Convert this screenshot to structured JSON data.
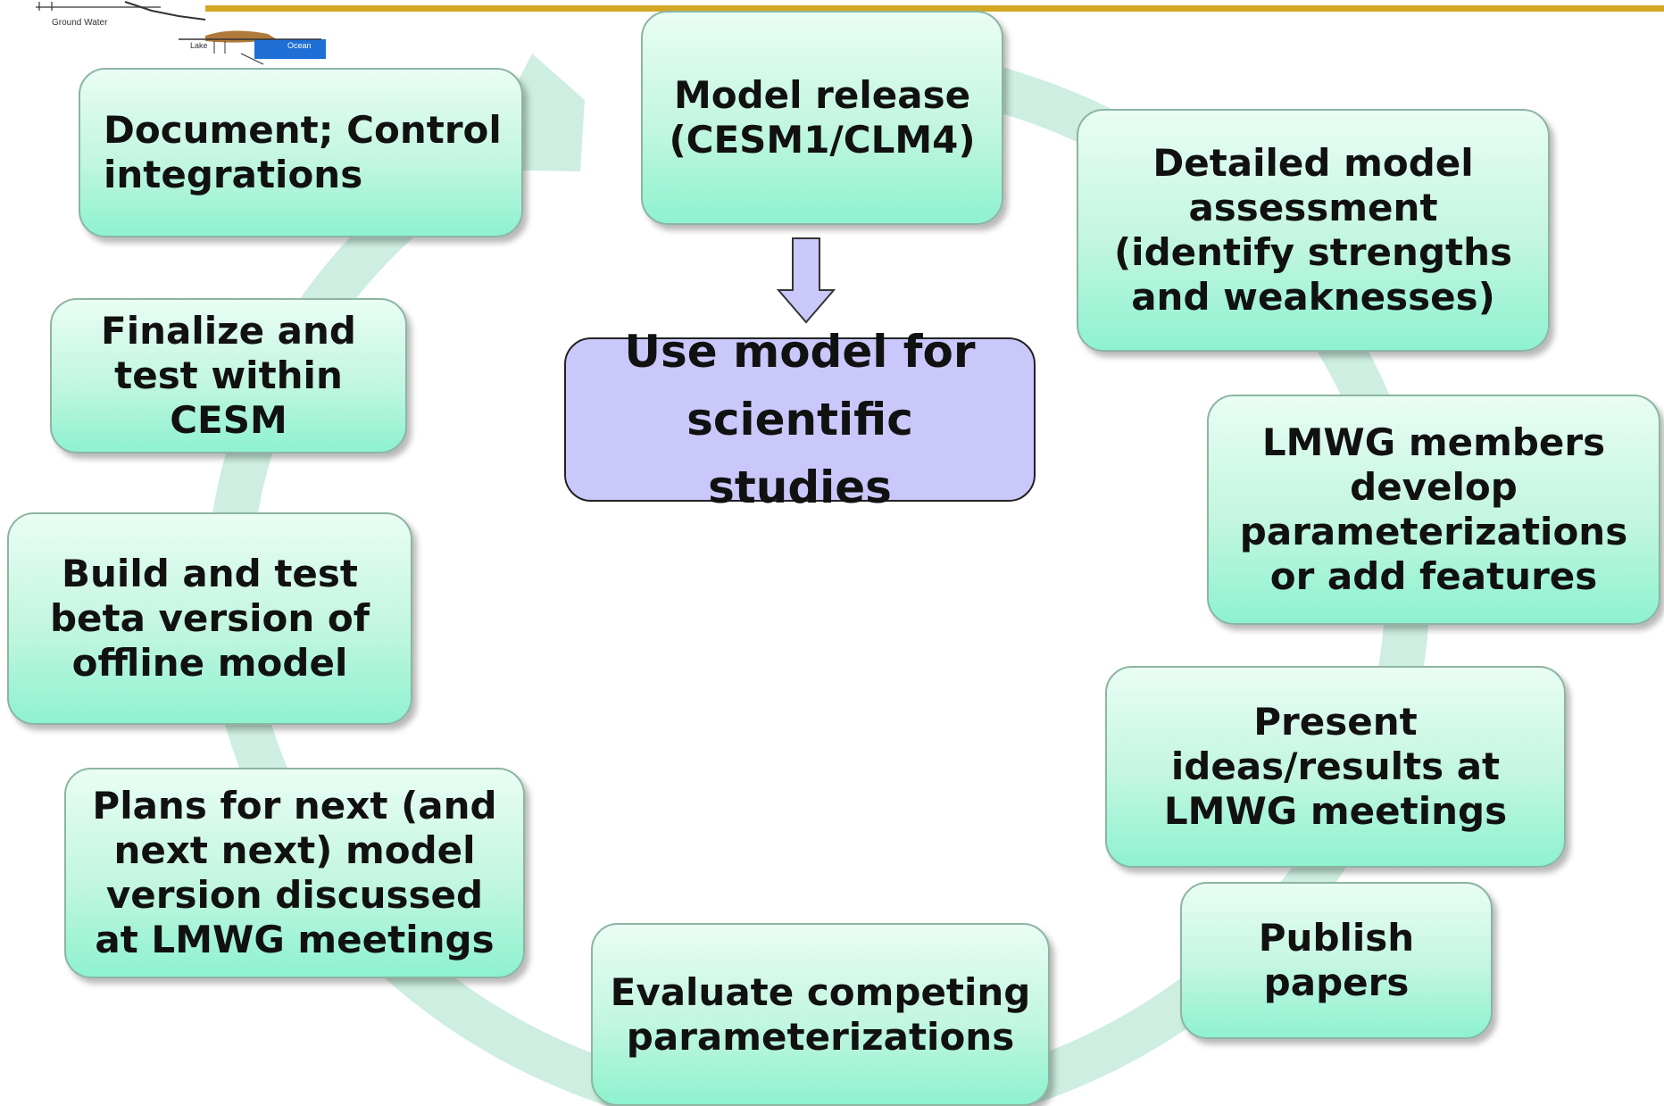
{
  "diagram": {
    "center": {
      "label": "Use model for scientific studies"
    },
    "steps": [
      {
        "id": "release",
        "label": "Model release (CESM1/CLM4)"
      },
      {
        "id": "assessment",
        "label": "Detailed model assessment (identify strengths and weaknesses)"
      },
      {
        "id": "develop",
        "label": "LMWG members develop parameterizations or add features"
      },
      {
        "id": "present",
        "label": "Present ideas/results at LMWG meetings"
      },
      {
        "id": "publish",
        "label": "Publish papers"
      },
      {
        "id": "evaluate",
        "label": "Evaluate competing parameterizations"
      },
      {
        "id": "plans",
        "label": "Plans for next (and next next) model version discussed at LMWG meetings"
      },
      {
        "id": "beta",
        "label": "Build and test beta version of offline model"
      },
      {
        "id": "finalize",
        "label": "Finalize and test within CESM"
      },
      {
        "id": "document",
        "label": "Document; Control integrations"
      }
    ]
  },
  "logo": {
    "labels": [
      "Ground Water",
      "Lake",
      "Ocean"
    ]
  },
  "colors": {
    "step_fill_top": "#e9fdf4",
    "step_fill_bottom": "#8ef2d0",
    "center_fill": "#cac8fb",
    "cycle_arrow": "#cdeee0",
    "header_bar": "#d3a822"
  }
}
